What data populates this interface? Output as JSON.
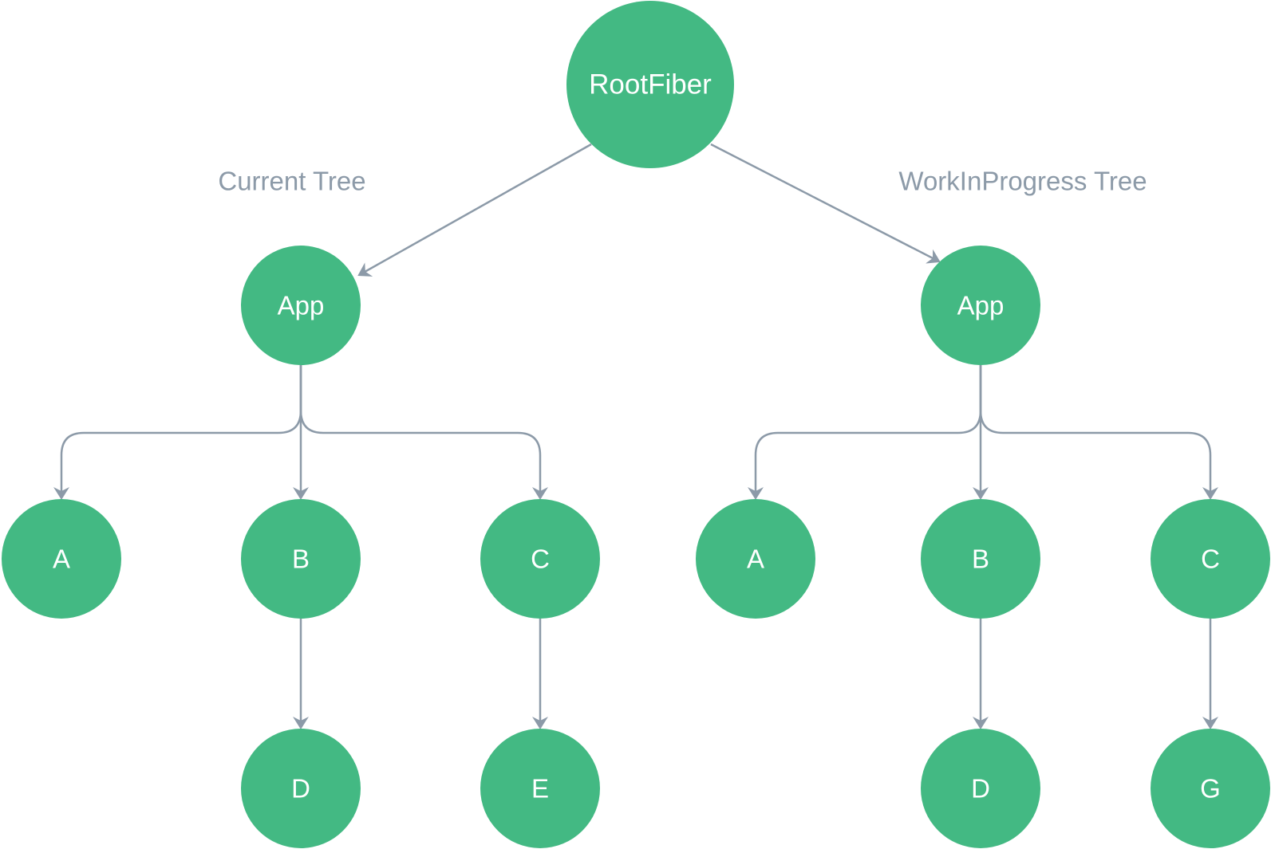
{
  "colors": {
    "node_fill": "#43b983",
    "edge_stroke": "#8c9aa8",
    "label_text": "#8c9aa8",
    "node_text": "#ffffff"
  },
  "labels": {
    "current_tree": "Current Tree",
    "work_in_progress_tree": "WorkInProgress Tree"
  },
  "nodes": {
    "root": "RootFiber",
    "current": {
      "app": "App",
      "a": "A",
      "b": "B",
      "c": "C",
      "d": "D",
      "e": "E"
    },
    "wip": {
      "app": "App",
      "a": "A",
      "b": "B",
      "c": "C",
      "d": "D",
      "g": "G"
    }
  }
}
